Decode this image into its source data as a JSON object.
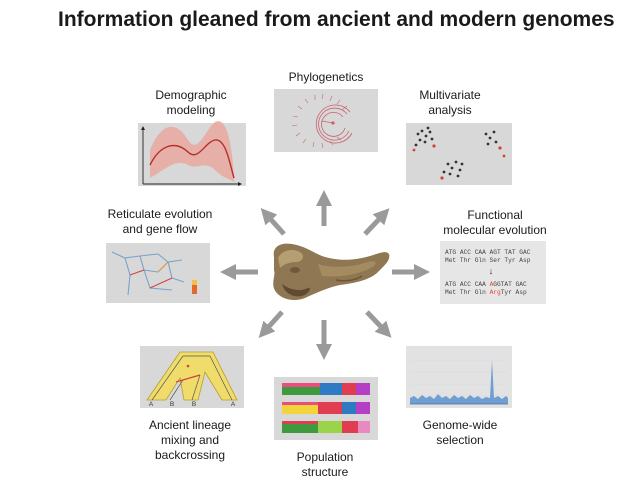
{
  "title": "Information gleaned from ancient and modern genomes",
  "center": {
    "image": "ancient-bone-fossil"
  },
  "panels": {
    "phylogenetics": {
      "label": "Phylogenetics"
    },
    "multivariate": {
      "label_lines": [
        "Multivariate",
        "analysis"
      ]
    },
    "demographic": {
      "label_lines": [
        "Demographic",
        "modeling"
      ]
    },
    "reticulate": {
      "label_lines": [
        "Reticulate evolution",
        "and gene flow"
      ]
    },
    "functional": {
      "label_lines": [
        "Functional",
        "molecular evolution"
      ],
      "seq1_dna": "ATG ACC CAA AGT TAT GAC",
      "seq1_aa": "Met Thr Gln Ser Tyr Asp",
      "arrow": "↓",
      "seq2_dna_pre": "ATG ACC CAA ",
      "seq2_dna_mut": "A",
      "seq2_dna_post": "GGTAT GAC",
      "seq2_aa_pre": "Met Thr Gln ",
      "seq2_aa_mut": "Arg",
      "seq2_aa_post": "Tyr Asp",
      "mut_color": "#e2472b"
    },
    "ancient": {
      "label_lines": [
        "Ancient lineage",
        "mixing and",
        "backcrossing"
      ],
      "tips": [
        "A",
        "B",
        "B",
        "A"
      ]
    },
    "population": {
      "label_lines": [
        "Population",
        "structure"
      ]
    },
    "genome": {
      "label_lines": [
        "Genome-wide",
        "selection"
      ]
    }
  },
  "colors": {
    "panel_bg": "#d8d8d8",
    "arrow": "#9a9a9a",
    "accent_red": "#d0433b",
    "tree_pink": "#c9616b",
    "yellow": "#f0dc6a"
  }
}
